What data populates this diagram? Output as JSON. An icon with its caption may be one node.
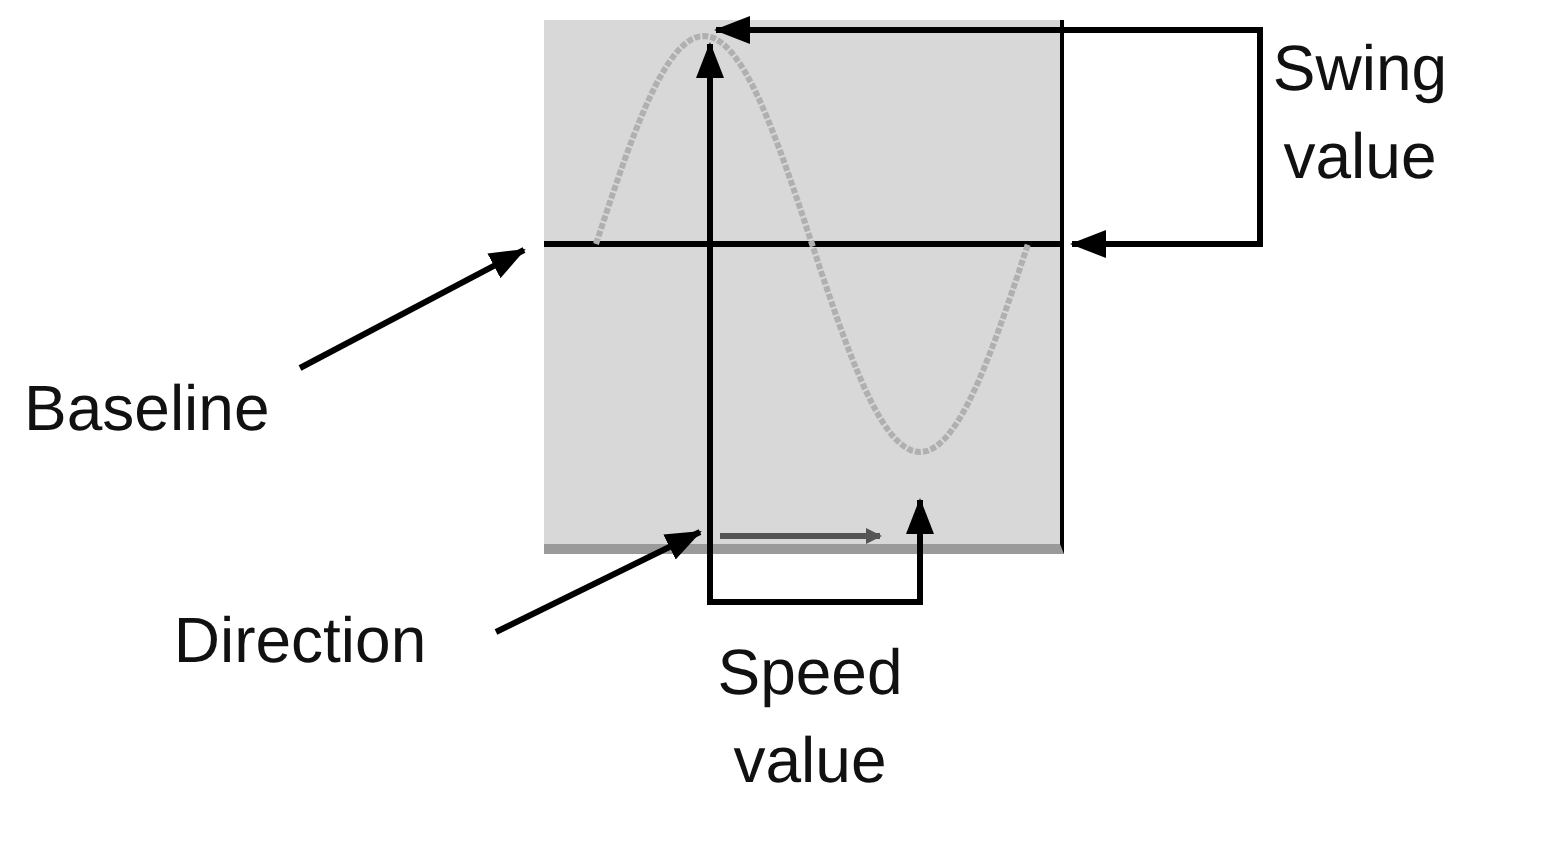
{
  "diagram": {
    "nodes": [
      {
        "text": [],
        "shape": "picture"
      },
      {
        "text": [],
        "shape": "line",
        "in": 0
      },
      {
        "text": [],
        "shape": "arrow",
        "in": 0
      },
      {
        "text": [],
        "shape": "picture",
        "in": 0
      },
      {
        "text": [
          "Baseline"
        ]
      },
      {
        "text": [
          "Direction"
        ]
      },
      {
        "text": [
          "Swing value"
        ]
      },
      {
        "text": [
          "Speed value"
        ]
      }
    ],
    "edges": [
      {
        "from": 4,
        "to": 1,
        "arrow": "to"
      },
      {
        "from": 5,
        "to": 2,
        "arrow": "to"
      },
      {
        "from": 6,
        "to": 3,
        "arrow": "to"
      },
      {
        "from": 6,
        "to": 1,
        "arrow": "to"
      },
      {
        "from": 7,
        "to": 3,
        "arrow": "to"
      },
      {
        "from": 7,
        "to": 3,
        "arrow": "to"
      }
    ]
  }
}
